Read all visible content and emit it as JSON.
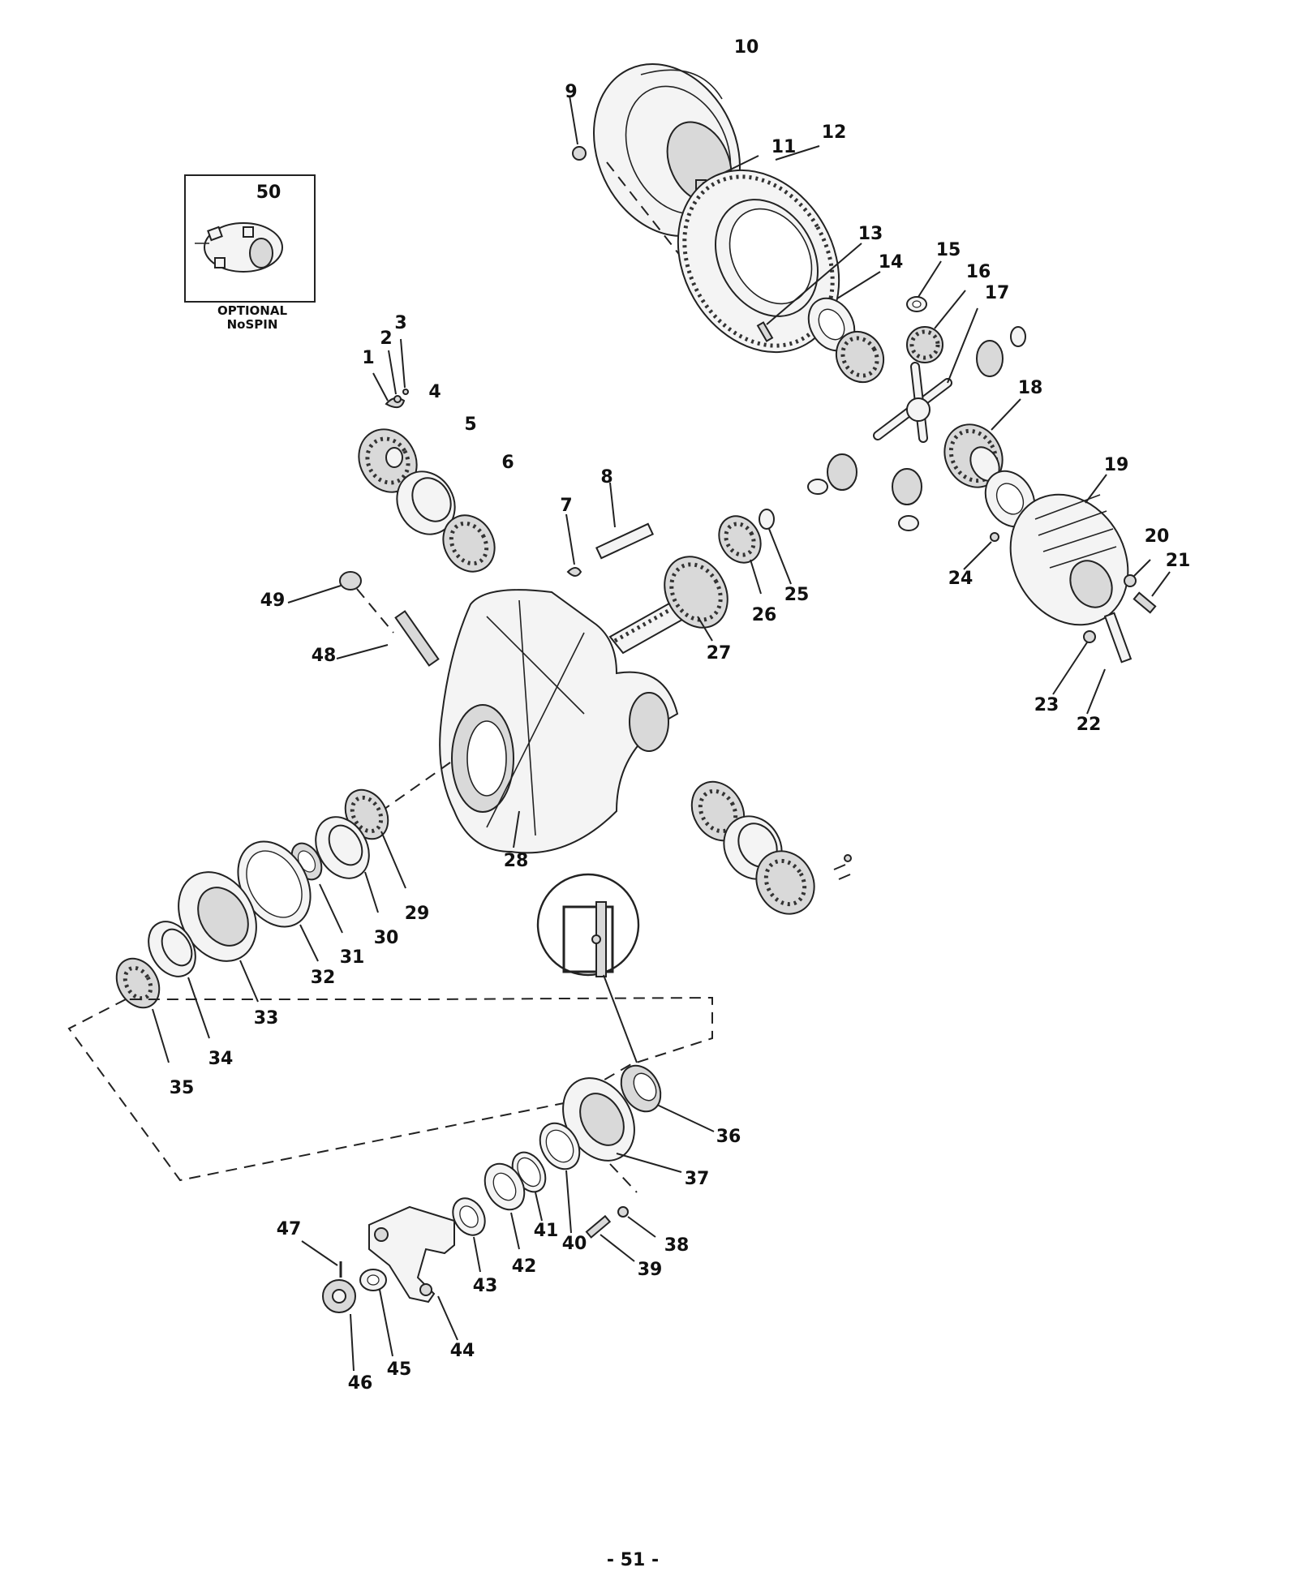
{
  "diagram": {
    "inset_caption_line1": "OPTIONAL",
    "inset_caption_line2": "NoSPIN",
    "page_number": "- 51 -",
    "callouts": [
      "1",
      "2",
      "3",
      "4",
      "5",
      "6",
      "7",
      "8",
      "9",
      "10",
      "11",
      "12",
      "13",
      "14",
      "15",
      "16",
      "17",
      "18",
      "19",
      "20",
      "21",
      "22",
      "23",
      "24",
      "25",
      "26",
      "27",
      "28",
      "29",
      "30",
      "31",
      "32",
      "33",
      "34",
      "35",
      "36",
      "37",
      "38",
      "39",
      "40",
      "41",
      "42",
      "43",
      "44",
      "45",
      "46",
      "47",
      "48",
      "49",
      "50"
    ]
  }
}
